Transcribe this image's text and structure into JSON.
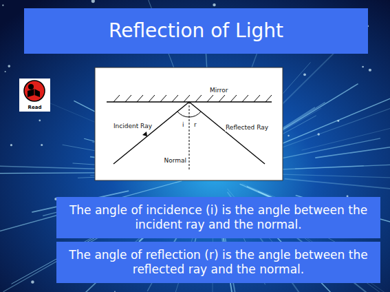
{
  "diagram": {
    "title": "Reflection of Light",
    "nodes": [
      {
        "text": [
          "Read"
        ]
      },
      {
        "text": [
          "The angle of incidence (i) is the angle between the incident ray and the normal."
        ]
      },
      {
        "text": [
          "The angle of reflection (r) is the angle between the reflected ray and the normal."
        ]
      }
    ],
    "labels": [
      "Mirror",
      "Incident Ray",
      "i",
      "r",
      "Reflected Ray",
      "Normal"
    ]
  }
}
